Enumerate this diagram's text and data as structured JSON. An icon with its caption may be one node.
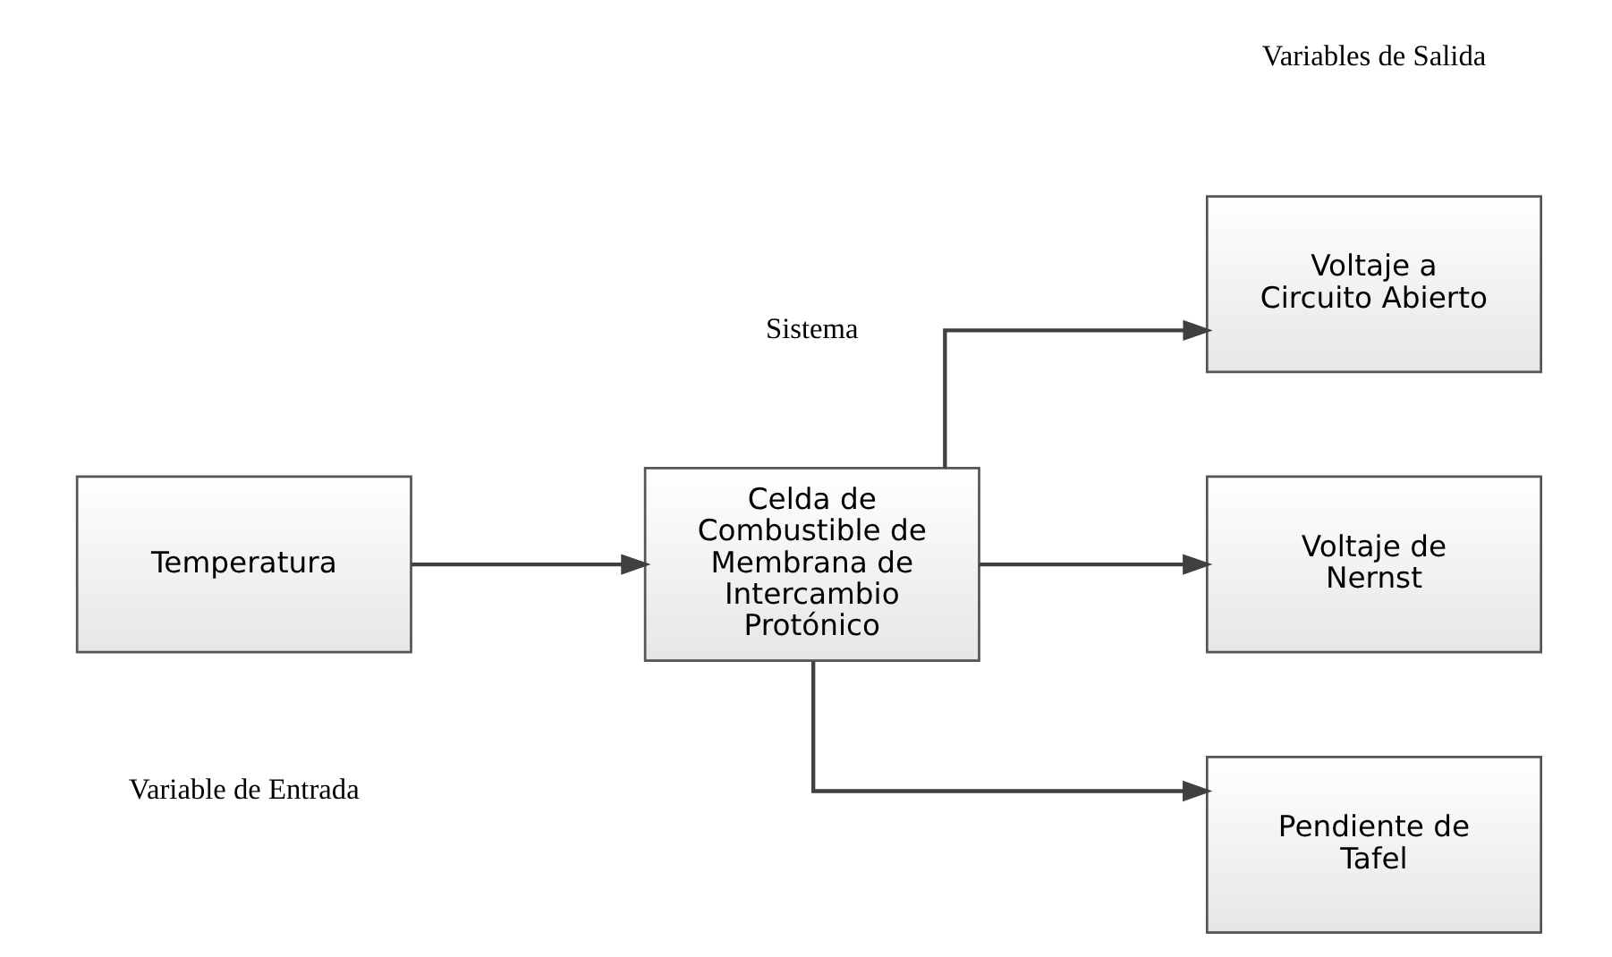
{
  "diagram": {
    "nodes": [
      {
        "text": [
          "Temperatura"
        ]
      },
      {
        "text": [
          "Celda de Combustible de Membrana de Intercambio Protónico"
        ]
      },
      {
        "text": [
          "Voltaje a Circuito Abierto"
        ]
      },
      {
        "text": [
          "Voltaje de Nernst"
        ]
      },
      {
        "text": [
          "Pendiente de Tafel"
        ]
      }
    ],
    "edges": [
      {
        "from": 0,
        "to": 1,
        "arrow": "to"
      },
      {
        "from": 1,
        "to": 2,
        "arrow": "to"
      },
      {
        "from": 1,
        "to": 3,
        "arrow": "to"
      },
      {
        "from": 1,
        "to": 4,
        "arrow": "to"
      }
    ],
    "labels": [
      "Variable de Entrada",
      "Sistema",
      "Variables de Salida"
    ]
  }
}
